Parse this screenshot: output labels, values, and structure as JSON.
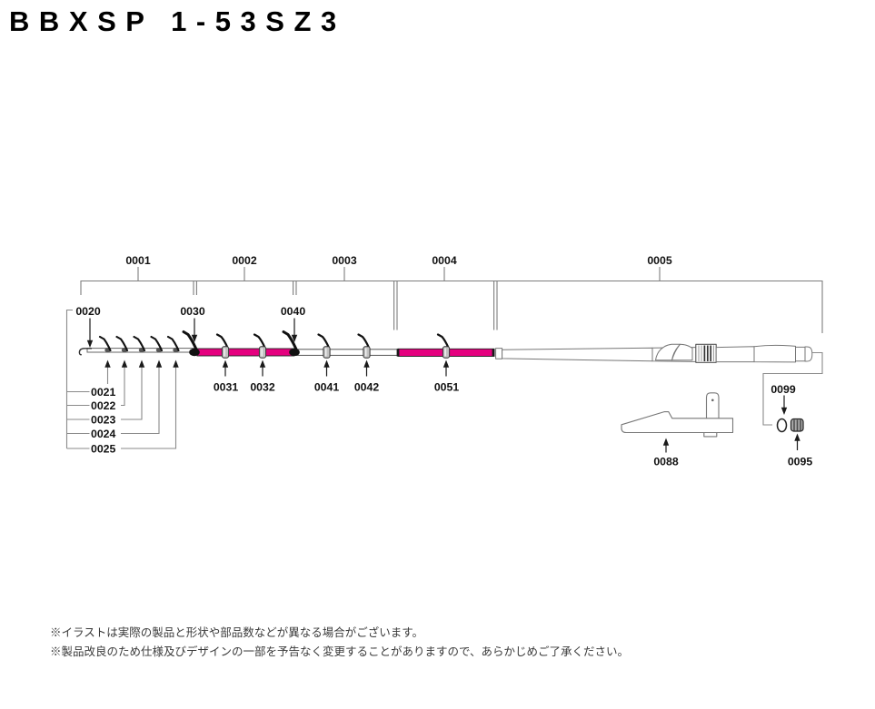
{
  "title": "BBXSP 1-53SZ3",
  "sections": [
    "0001",
    "0002",
    "0003",
    "0004",
    "0005"
  ],
  "parts": {
    "p0020": "0020",
    "p0021": "0021",
    "p0022": "0022",
    "p0023": "0023",
    "p0024": "0024",
    "p0025": "0025",
    "p0030": "0030",
    "p0031": "0031",
    "p0032": "0032",
    "p0040": "0040",
    "p0041": "0041",
    "p0042": "0042",
    "p0051": "0051",
    "p0088": "0088",
    "p0095": "0095",
    "p0099": "0099"
  },
  "footnotes": [
    "※イラストは実際の製品と形状や部品数などが異なる場合がございます。",
    "※製品改良のため仕様及びデザインの一部を予告なく変更することがありますので、あらかじめご了承ください。"
  ],
  "colors": {
    "highlight": "#e5007f",
    "line": "#7d7d7d",
    "arrow": "#1a1a1a"
  }
}
